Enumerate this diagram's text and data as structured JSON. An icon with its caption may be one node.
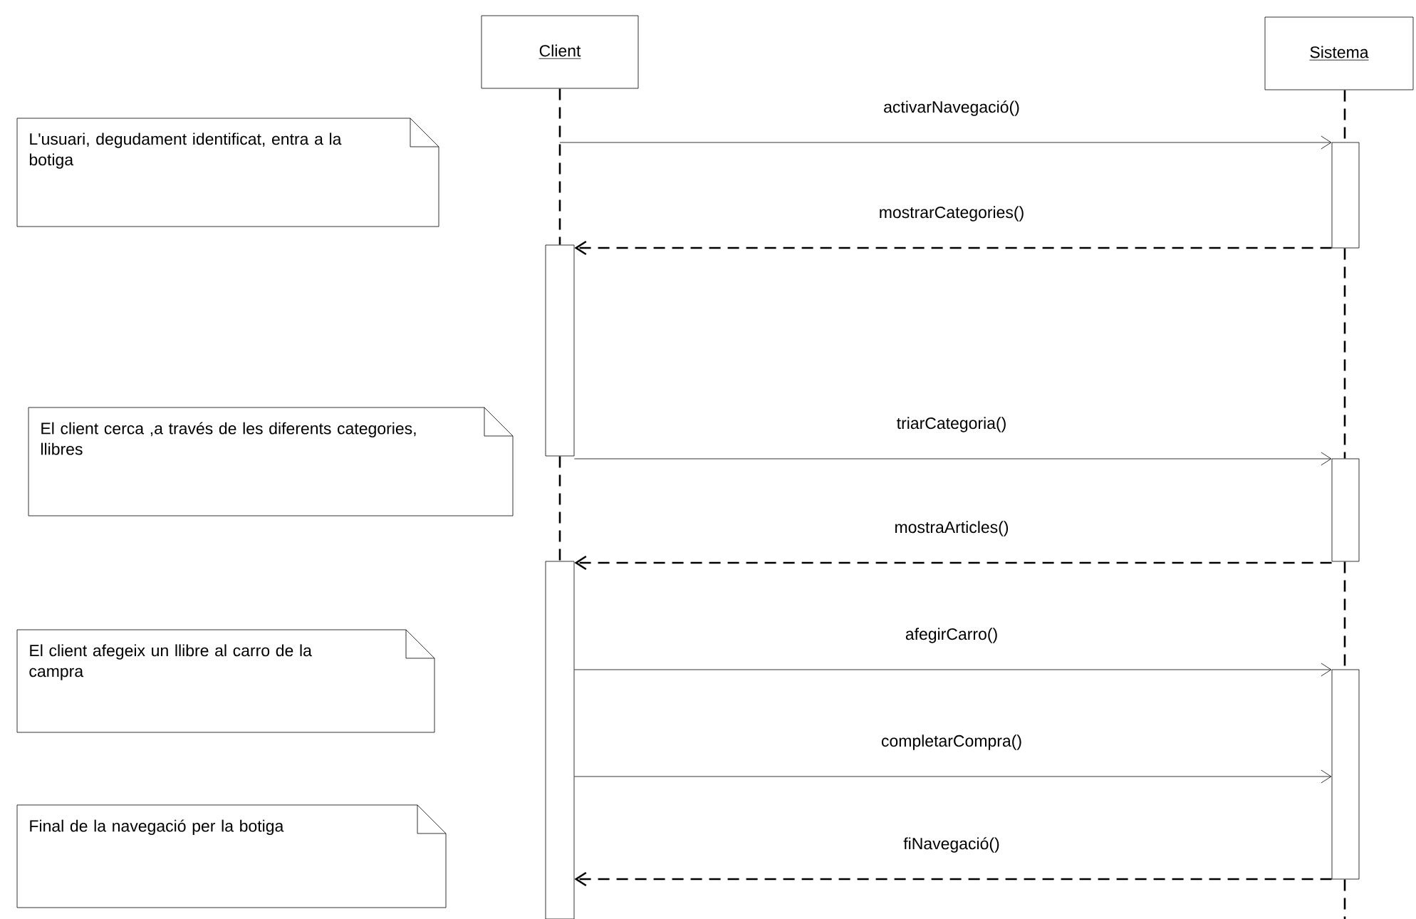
{
  "diagram": {
    "nodes": [
      {
        "text": [
          "Client"
        ]
      },
      {
        "text": [
          "Sistema"
        ]
      },
      {
        "text": [
          "L'usuari, degudament identificat, entra a la botiga"
        ]
      },
      {
        "text": [],
        "shape": "bar"
      },
      {
        "text": [],
        "shape": "bar"
      },
      {
        "text": [
          "El client cerca ,a través de les diferents categories, llibres"
        ]
      },
      {
        "text": [],
        "shape": "bar"
      },
      {
        "text": [],
        "shape": "bar"
      },
      {
        "text": [
          "El client afegeix un llibre al carro de la campra"
        ]
      },
      {
        "text": [],
        "shape": "bar"
      },
      {
        "text": [
          "Final de la navegació per la botiga"
        ]
      }
    ],
    "edges": [
      {
        "from": null,
        "to": 3,
        "arrow": "to",
        "label": "activarNavegació()"
      },
      {
        "from": 3,
        "to": 4,
        "arrow": "to",
        "label": "mostrarCategories()",
        "style": "dashed"
      },
      {
        "from": 4,
        "to": 6,
        "arrow": "to",
        "label": "triarCategoria()"
      },
      {
        "from": 6,
        "to": 7,
        "arrow": "to",
        "label": "mostraArticles()",
        "style": "dashed"
      },
      {
        "from": 7,
        "to": 9,
        "arrow": "to",
        "label": "afegirCarro()"
      },
      {
        "from": 7,
        "to": 9,
        "arrow": "to",
        "label": "completarCompra()"
      },
      {
        "from": 9,
        "to": 7,
        "arrow": "to",
        "label": "fiNavegació()",
        "style": "dashed"
      },
      {
        "from": 0,
        "to": 4,
        "arrow": "none",
        "style": "dashed"
      },
      {
        "from": 4,
        "to": 7,
        "arrow": "none",
        "style": "dashed"
      },
      {
        "from": 1,
        "to": 3,
        "arrow": "none",
        "style": "dashed"
      },
      {
        "from": 3,
        "to": 6,
        "arrow": "none",
        "style": "dashed"
      },
      {
        "from": 6,
        "to": 9,
        "arrow": "none",
        "style": "dashed"
      },
      {
        "from": 9,
        "to": null,
        "arrow": "none",
        "style": "dashed"
      }
    ]
  }
}
